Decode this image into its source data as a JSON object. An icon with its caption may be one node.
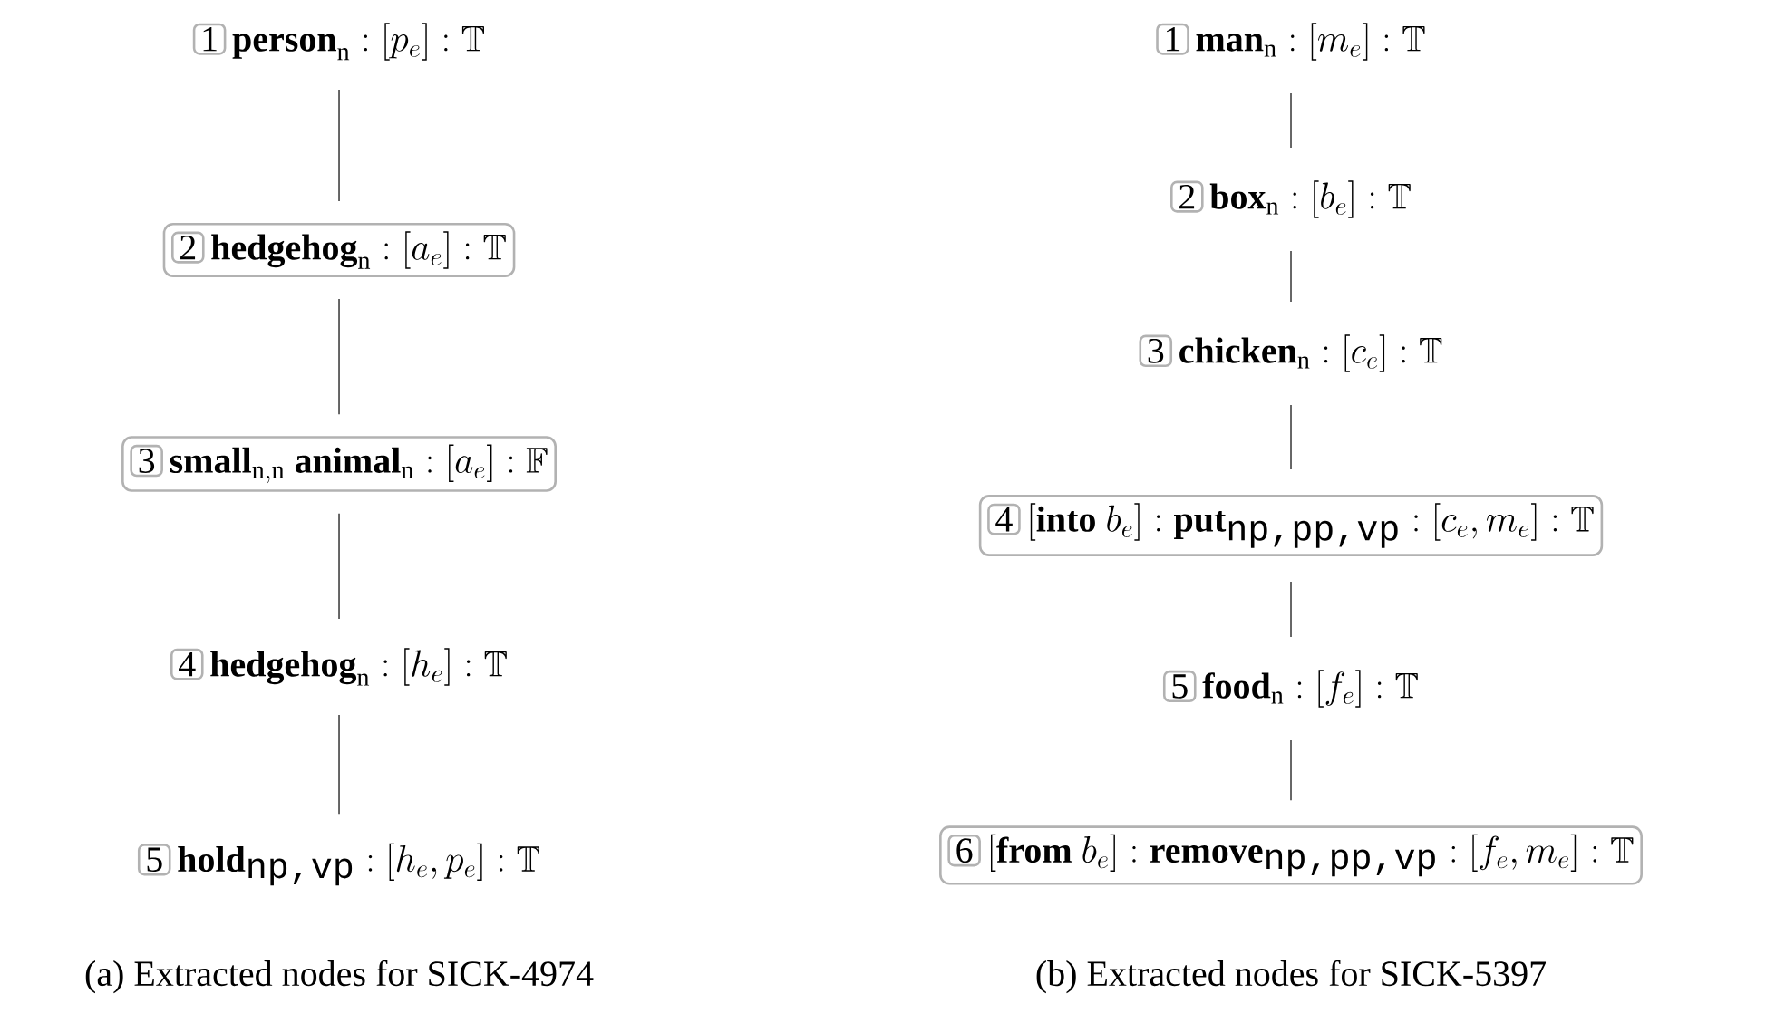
{
  "diagram": {
    "nodes": [
      {
        "text": [
          "1",
          "\\textbf{person}_{\\mathrm{n}} : [p_e] : \\mathbb{T}"
        ]
      },
      {
        "text": [
          "2",
          "\\textbf{hedgehog}_{\\mathrm{n}} : [a_e] : \\mathbb{T}"
        ]
      },
      {
        "text": [
          "3",
          "\\textbf{small}_{\\mathrm{n,n}}\\ \\textbf{animal}_{\\mathrm{n}} : [a_e] : \\mathbb{F}"
        ]
      },
      {
        "text": [
          "4",
          "\\textbf{hedgehog}_{\\mathrm{n}} : [h_e] : \\mathbb{T}"
        ]
      },
      {
        "text": [
          "5",
          "\\textbf{hold}_{\\texttt{np,vp}} : [h_e, p_e] : \\mathbb{T}"
        ]
      },
      {
        "text": [
          "1",
          "\\textbf{man}_{\\mathrm{n}} : [m_e] : \\mathbb{T}"
        ]
      },
      {
        "text": [
          "2",
          "\\textbf{box}_{\\mathrm{n}} : [b_e] : \\mathbb{T}"
        ]
      },
      {
        "text": [
          "3",
          "\\textbf{chicken}_{\\mathrm{n}} : [c_e] : \\mathbb{T}"
        ]
      },
      {
        "text": [
          "4",
          "[\\textbf{into}\\ b_e] : \\textbf{put}_{\\texttt{np,pp,vp}} : [c_e, m_e] : \\mathbb{T}"
        ]
      },
      {
        "text": [
          "5",
          "\\textbf{food}_{\\mathrm{n}} : [f_e] : \\mathbb{T}"
        ]
      },
      {
        "text": [
          "6",
          "[\\textbf{from}\\ b_e] : \\textbf{remove}_{\\texttt{np,pp,vp}} : [f_e, m_e] : \\mathbb{T}"
        ]
      }
    ],
    "edges": [
      {
        "from": 0,
        "to": 1,
        "arrow": "none"
      },
      {
        "from": 1,
        "to": 2,
        "arrow": "none"
      },
      {
        "from": 2,
        "to": 3,
        "arrow": "none"
      },
      {
        "from": 3,
        "to": 4,
        "arrow": "none"
      },
      {
        "from": 5,
        "to": 6,
        "arrow": "none"
      },
      {
        "from": 6,
        "to": 7,
        "arrow": "none"
      },
      {
        "from": 7,
        "to": 8,
        "arrow": "none"
      },
      {
        "from": 8,
        "to": 9,
        "arrow": "none"
      },
      {
        "from": 9,
        "to": 10,
        "arrow": "none"
      }
    ],
    "labels": [
      "(a) Extracted nodes for SICK-4974",
      "(b) Extracted nodes for SICK-5397"
    ]
  }
}
